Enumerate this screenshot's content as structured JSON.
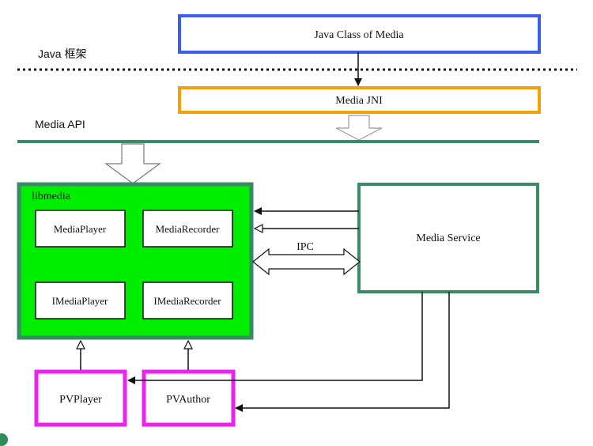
{
  "layers": {
    "java_framework_label": "Java 框架",
    "media_api_label": "Media API"
  },
  "boxes": {
    "java_class": "Java Class of Media",
    "media_jni": "Media JNI",
    "libmedia": "libmedia",
    "media_player": "MediaPlayer",
    "media_recorder": "MediaRecorder",
    "imedia_player": "IMediaPlayer",
    "imedia_recorder": "IMediaRecorder",
    "media_service": "Media Service",
    "pv_player": "PVPlayer",
    "pv_author": "PVAuthor"
  },
  "connectors": {
    "ipc_label": "IPC"
  },
  "colors": {
    "java_class_border": "#3a5ff0",
    "jni_border": "#f5a00a",
    "api_line": "#3a8a64",
    "libmedia_fill": "#00ee00",
    "libmedia_border": "#3a8a64",
    "service_border": "#3a8a64",
    "pv_border": "#ee22ee",
    "dotted_line": "#111111"
  }
}
